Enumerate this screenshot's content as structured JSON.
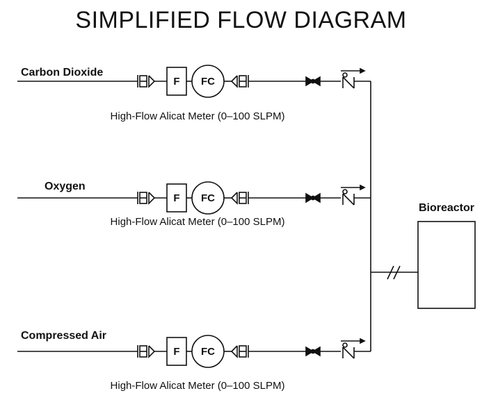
{
  "title": "SIMPLIFIED FLOW DIAGRAM",
  "lines": [
    {
      "gas": "Carbon Dioxide",
      "flow_box": "F",
      "controller": "FC",
      "meter": "High-Flow Alicat Meter (0–100 SLPM)"
    },
    {
      "gas": "Oxygen",
      "flow_box": "F",
      "controller": "FC",
      "meter": "High-Flow Alicat Meter (0–100 SLPM)"
    },
    {
      "gas": "Compressed Air",
      "flow_box": "F",
      "controller": "FC",
      "meter": "High-Flow Alicat Meter (0–100 SLPM)"
    }
  ],
  "reactor": {
    "label": "Bioreactor"
  },
  "colors": {
    "stroke": "#111111",
    "background": "#ffffff"
  }
}
